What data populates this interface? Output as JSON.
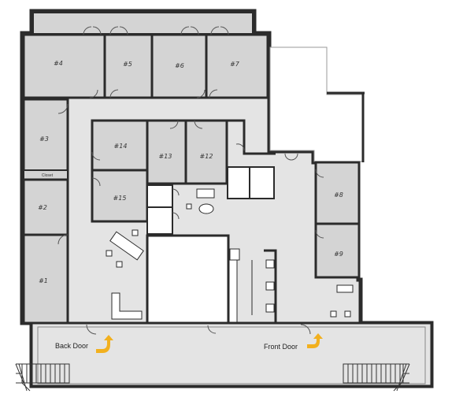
{
  "colors": {
    "wall": "#2b2b2b",
    "floor": "#d4d4d4",
    "corridor": "#e4e4e4",
    "white": "#ffffff",
    "arrow": "#f2b01e"
  },
  "rooms": {
    "r1": "#1",
    "r2": "#2",
    "r3": "#3",
    "r4": "#4",
    "r5": "#5",
    "r6": "#6",
    "r7": "#7",
    "r8": "#8",
    "r9": "#9",
    "r12": "#12",
    "r13": "#13",
    "r14": "#14",
    "r15": "#15",
    "closet": "Closet"
  },
  "doors": {
    "back": "Back Door",
    "front": "Front Door"
  },
  "icons": {
    "back_arrow": "curved-arrow-icon",
    "front_arrow": "curved-arrow-icon",
    "stairs_left": "stairs-icon",
    "stairs_right": "stairs-icon"
  }
}
